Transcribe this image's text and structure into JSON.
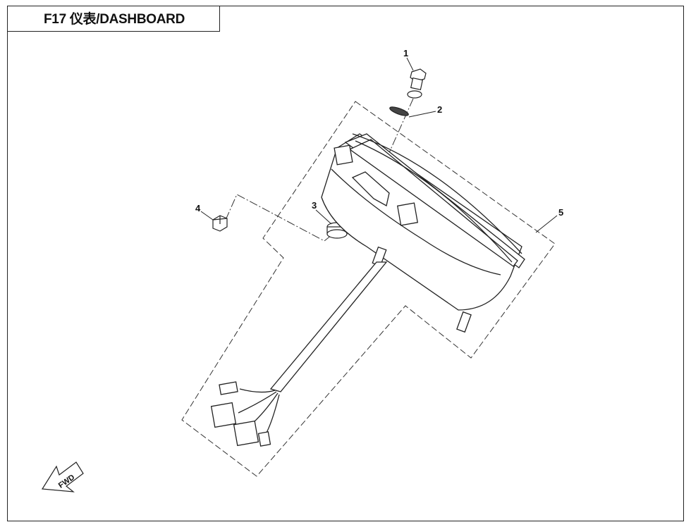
{
  "title": "F17 仪表/DASHBOARD",
  "callouts": [
    {
      "num": "1",
      "part": "bolt"
    },
    {
      "num": "2",
      "part": "washer"
    },
    {
      "num": "3",
      "part": "grommet"
    },
    {
      "num": "4",
      "part": "nut"
    },
    {
      "num": "5",
      "part": "dashboard assembly"
    }
  ],
  "fwd_label": "FWD"
}
